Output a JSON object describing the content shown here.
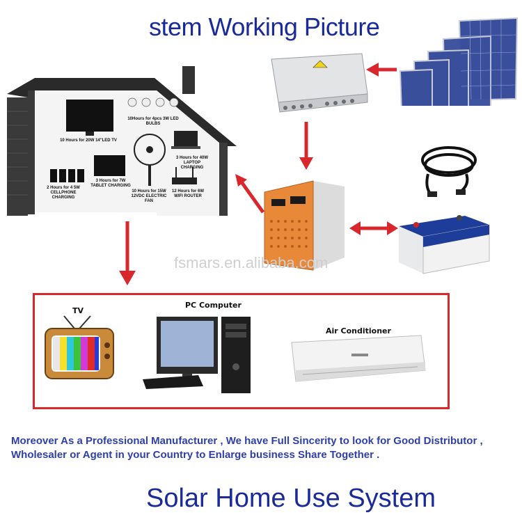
{
  "header": {
    "title": "stem Working Picture"
  },
  "watermark": "fsmars.en.alibaba.com",
  "house": {
    "labels": {
      "tv": "10 Hours for 20W 14\"LED TV",
      "bulbs": "10Hours for 4pcs 3W LED BULBS",
      "laptop": "3 Hours for 40W LAPTOP CHARGING",
      "tablet": "3 Hours for 7W TABLET CHARGING",
      "fan": "10 Hours for 15W 12VDC ELECTRIC FAN",
      "router": "12 Hours for 6W WIFI ROUTER",
      "phone": "2 Hours for 4 5W CELLPHONE CHARGING"
    }
  },
  "appliances": {
    "tv_label": "TV",
    "pc_label": "PC Computer",
    "ac_label": "Air Conditioner"
  },
  "description": "Moreover  As a Professional Manufacturer , We have Full Sincerity to look for Good Distributor , Wholesaler or Agent in your Country to Enlarge business Share Together .",
  "footer": {
    "title": "Solar Home Use System"
  },
  "colors": {
    "title_blue": "#1b2a9b",
    "arrow_red": "#d8282e",
    "inverter_orange": "#e8893a"
  }
}
